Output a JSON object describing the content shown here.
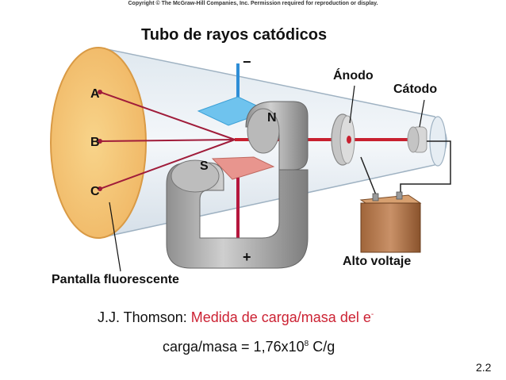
{
  "copyright": "Copyright © The McGraw-Hill Companies, Inc. Permission required for reproduction or display.",
  "title": "Tubo de rayos catódicos",
  "labels": {
    "anode": "Ánodo",
    "cathode": "Cátodo",
    "high_voltage": "Alto voltaje",
    "screen": "Pantalla fluorescente",
    "point_a": "A",
    "point_b": "B",
    "point_c": "C",
    "magnet_n": "N",
    "magnet_s": "S",
    "plate_minus": "−",
    "plate_plus": "+"
  },
  "caption": {
    "prefix": "J.J. Thomson: ",
    "highlight": "Medida de carga/masa del e",
    "highlight_sup": "-",
    "formula_main": "carga/masa = 1,76x10",
    "formula_exp": "8",
    "formula_unit": " C/g"
  },
  "page_number": "2.2"
}
